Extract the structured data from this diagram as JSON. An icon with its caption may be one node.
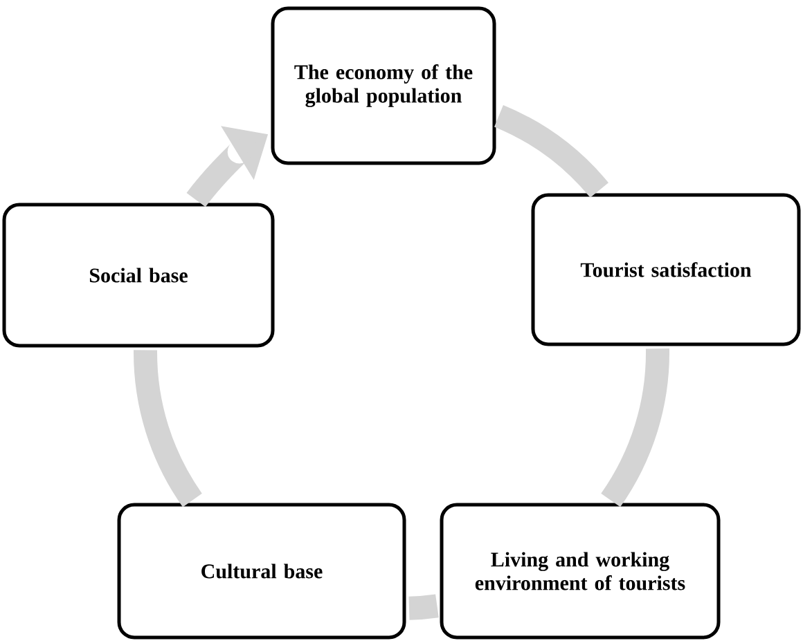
{
  "diagram": {
    "nodes": [
      {
        "text": [
          "The economy of the global population"
        ]
      },
      {
        "text": [
          "Tourist satisfaction"
        ]
      },
      {
        "text": [
          "Living and working environment of tourists"
        ]
      },
      {
        "text": [
          "Cultural base"
        ]
      },
      {
        "text": [
          "Social base"
        ]
      }
    ],
    "edges": [
      {
        "from": 0,
        "to": 1,
        "arrow": "none"
      },
      {
        "from": 1,
        "to": 2,
        "arrow": "none"
      },
      {
        "from": 2,
        "to": 3,
        "arrow": "none"
      },
      {
        "from": 3,
        "to": 4,
        "arrow": "none"
      },
      {
        "from": 4,
        "to": 0,
        "arrow": "to"
      }
    ]
  }
}
